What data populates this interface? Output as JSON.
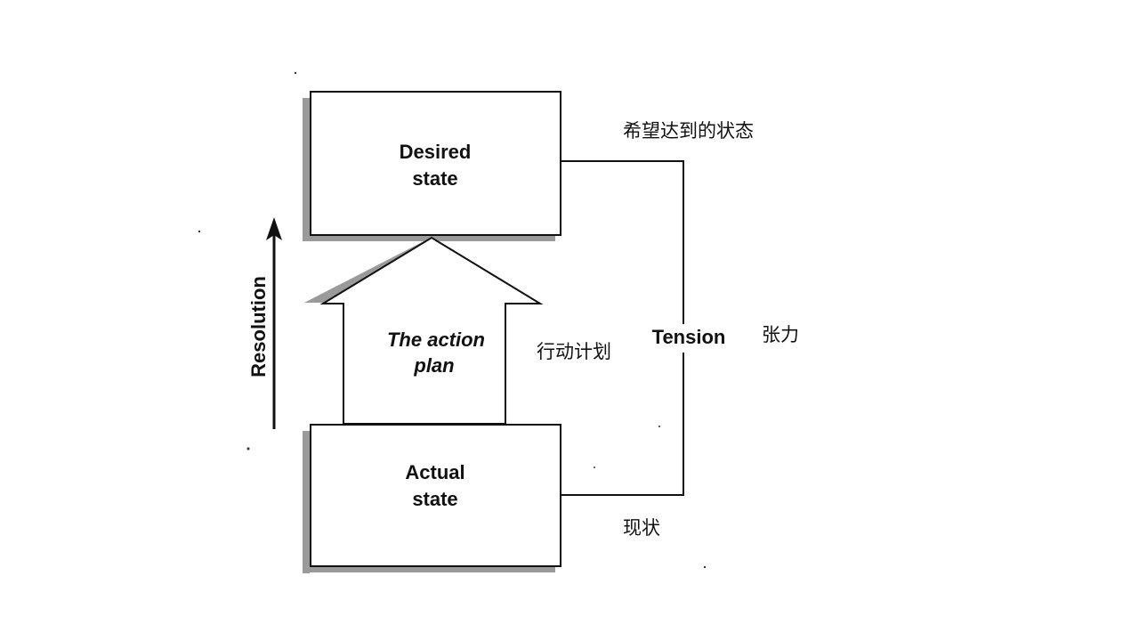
{
  "diagram": {
    "desired_state": {
      "line1": "Desired",
      "line2": "state",
      "cn_label": "希望达到的状态"
    },
    "actual_state": {
      "line1": "Actual",
      "line2": "state",
      "cn_label": "现状"
    },
    "action_plan": {
      "line1": "The action",
      "line2": "plan",
      "cn_label": "行动计划"
    },
    "tension": {
      "label": "Tension",
      "cn_label": "张力"
    },
    "resolution": {
      "label": "Resolution"
    }
  },
  "colors": {
    "stroke": "#111111",
    "shadow": "#9a9a9a",
    "background": "#ffffff"
  }
}
